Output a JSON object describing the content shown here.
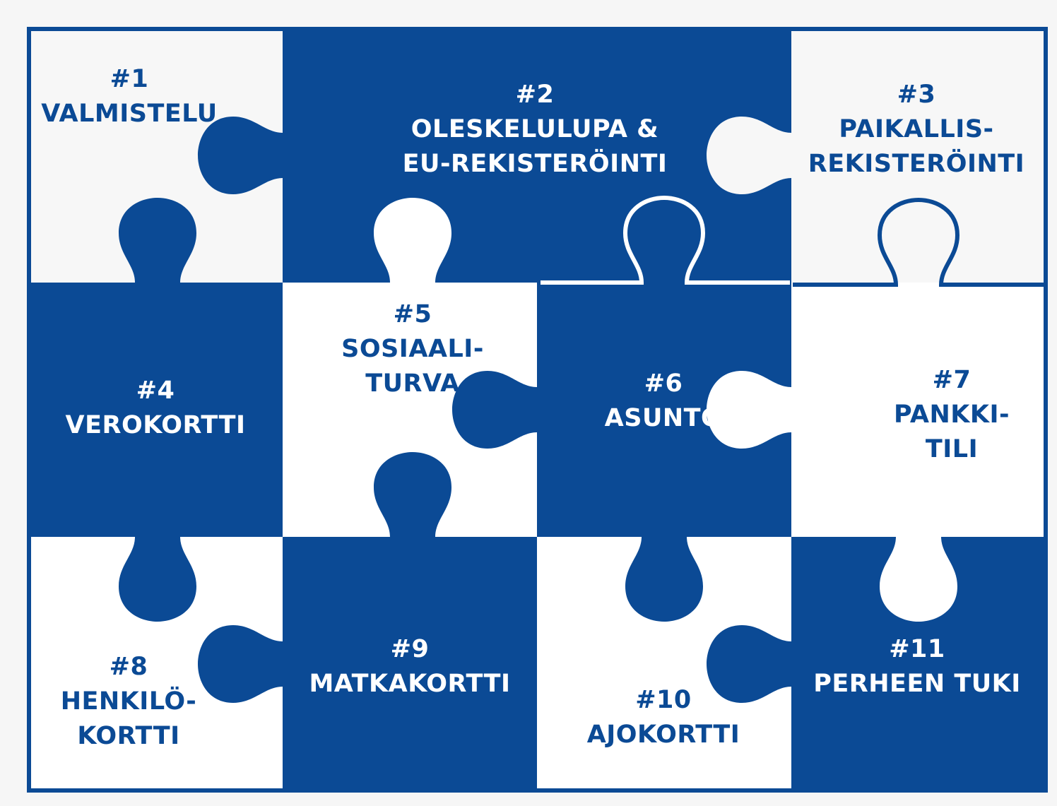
{
  "colors": {
    "primary": "#0b4a95",
    "light": "#f7f7f7",
    "white": "#ffffff",
    "background": "#f6f6f6"
  },
  "pieces": [
    {
      "number": "#1",
      "lines": [
        "VALMISTELU"
      ]
    },
    {
      "number": "#2",
      "lines": [
        "OLESKELULUPA &",
        "EU-REKISTERÖINTI"
      ]
    },
    {
      "number": "#3",
      "lines": [
        "PAIKALLIS-",
        "REKISTERÖINTI"
      ]
    },
    {
      "number": "#4",
      "lines": [
        "VEROKORTTI"
      ]
    },
    {
      "number": "#5",
      "lines": [
        "SOSIAALI-",
        "TURVA"
      ]
    },
    {
      "number": "#6",
      "lines": [
        "ASUNTO"
      ]
    },
    {
      "number": "#7",
      "lines": [
        "PANKKI-",
        "TILI"
      ]
    },
    {
      "number": "#8",
      "lines": [
        "HENKILÖ-",
        "KORTTI"
      ]
    },
    {
      "number": "#9",
      "lines": [
        "MATKAKORTTI"
      ]
    },
    {
      "number": "#10",
      "lines": [
        "AJOKORTTI"
      ]
    },
    {
      "number": "#11",
      "lines": [
        "PERHEEN TUKI"
      ]
    }
  ]
}
